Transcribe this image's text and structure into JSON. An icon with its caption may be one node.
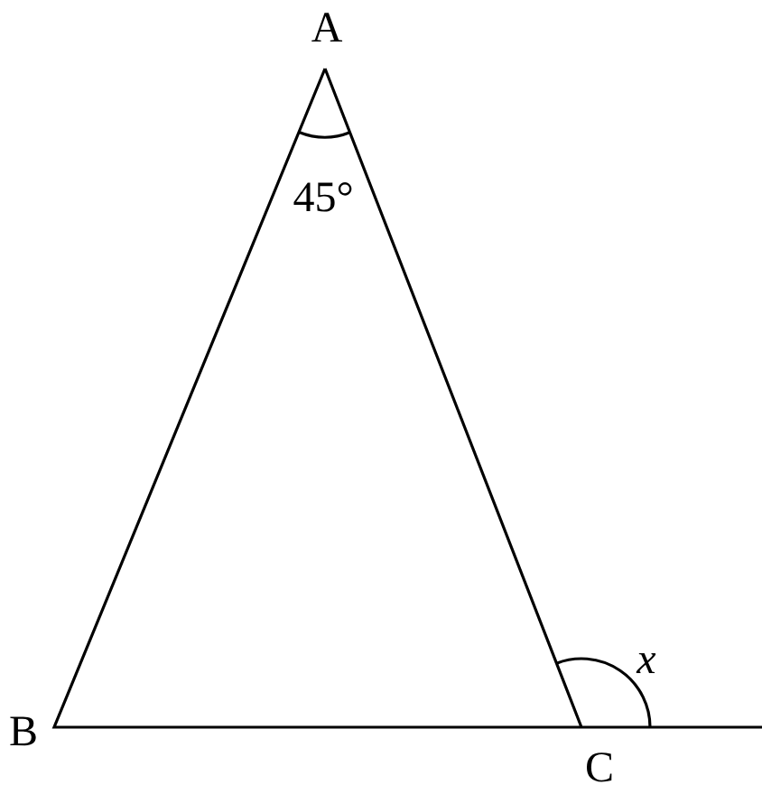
{
  "diagram": {
    "labels": [
      "A",
      "45°",
      "x",
      "B",
      "C"
    ]
  }
}
